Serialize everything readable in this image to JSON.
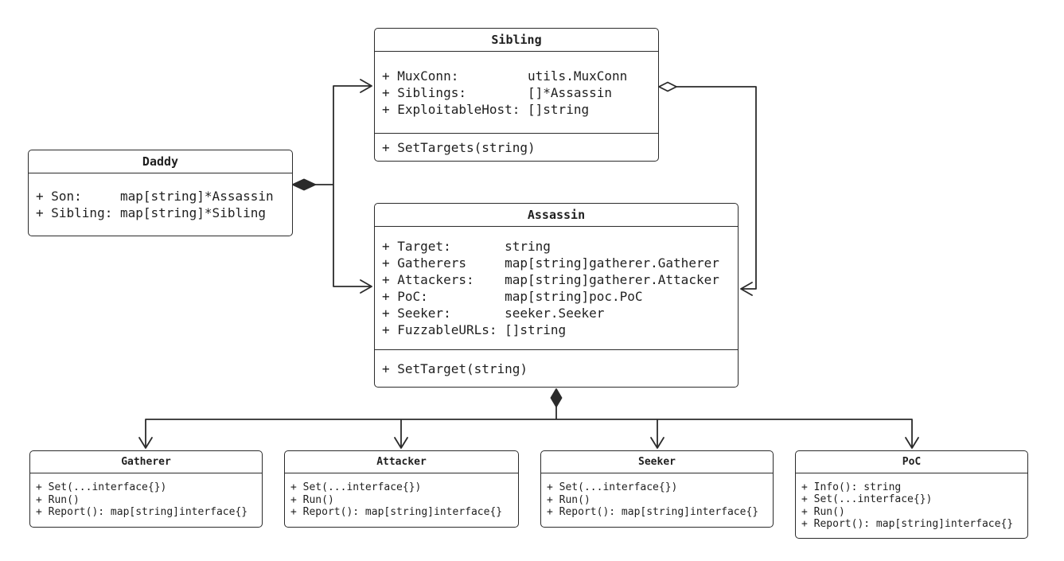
{
  "diagram": {
    "type": "uml-class-diagram",
    "colors": {
      "stroke": "#2b2b2b",
      "text": "#1f1f1f",
      "background": "#ffffff",
      "box_fill": "#ffffff"
    },
    "classes": {
      "sibling": {
        "title": "Sibling",
        "attributes": [
          "+ MuxConn:         utils.MuxConn",
          "+ Siblings:        []*Assassin",
          "+ ExploitableHost: []string"
        ],
        "methods": [
          "+ SetTargets(string)"
        ]
      },
      "daddy": {
        "title": "Daddy",
        "attributes": [
          "+ Son:     map[string]*Assassin",
          "+ Sibling: map[string]*Sibling"
        ],
        "methods": []
      },
      "assassin": {
        "title": "Assassin",
        "attributes": [
          "+ Target:       string",
          "+ Gatherers     map[string]gatherer.Gatherer",
          "+ Attackers:    map[string]gatherer.Attacker",
          "+ PoC:          map[string]poc.PoC",
          "+ Seeker:       seeker.Seeker",
          "+ FuzzableURLs: []string"
        ],
        "methods": [
          "+ SetTarget(string)"
        ]
      },
      "gatherer": {
        "title": "Gatherer",
        "attributes": [],
        "methods": [
          "+ Set(...interface{})",
          "+ Run()",
          "+ Report(): map[string]interface{}"
        ]
      },
      "attacker": {
        "title": "Attacker",
        "attributes": [],
        "methods": [
          "+ Set(...interface{})",
          "+ Run()",
          "+ Report(): map[string]interface{}"
        ]
      },
      "seeker": {
        "title": "Seeker",
        "attributes": [],
        "methods": [
          "+ Set(...interface{})",
          "+ Run()",
          "+ Report(): map[string]interface{}"
        ]
      },
      "poc": {
        "title": "PoC",
        "attributes": [],
        "methods": [
          "+ Info(): string",
          "+ Set(...interface{})",
          "+ Run()",
          "+ Report(): map[string]interface{}"
        ]
      }
    },
    "relations": [
      {
        "from": "Daddy",
        "to": "Sibling",
        "type": "composition",
        "diamond_end": "Daddy",
        "arrow_end": "Sibling"
      },
      {
        "from": "Daddy",
        "to": "Assassin",
        "type": "composition",
        "diamond_end": "Daddy",
        "arrow_end": "Assassin"
      },
      {
        "from": "Sibling",
        "to": "Assassin",
        "type": "aggregation",
        "diamond_end": "Sibling",
        "arrow_end": "Assassin"
      },
      {
        "from": "Assassin",
        "to": "Gatherer",
        "type": "composition",
        "diamond_end": "Assassin",
        "arrow_end": "Gatherer"
      },
      {
        "from": "Assassin",
        "to": "Attacker",
        "type": "composition",
        "diamond_end": "Assassin",
        "arrow_end": "Attacker"
      },
      {
        "from": "Assassin",
        "to": "Seeker",
        "type": "composition",
        "diamond_end": "Assassin",
        "arrow_end": "Seeker"
      },
      {
        "from": "Assassin",
        "to": "PoC",
        "type": "composition",
        "diamond_end": "Assassin",
        "arrow_end": "PoC"
      }
    ]
  }
}
